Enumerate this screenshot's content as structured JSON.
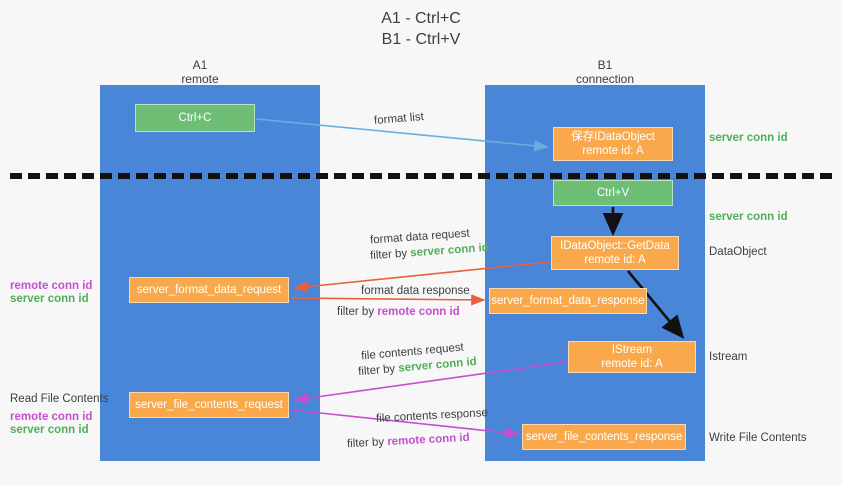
{
  "title": {
    "line1": "A1 - Ctrl+C",
    "line2": "B1 - Ctrl+V"
  },
  "lanes": [
    {
      "id": "a1",
      "name": "A1",
      "role": "remote",
      "color": "#4a86d8"
    },
    {
      "id": "b1",
      "name": "B1",
      "role": "connection",
      "color": "#4a86d8"
    }
  ],
  "colors": {
    "lane": "#4a86d8",
    "green_box": "#6ebe76",
    "orange_box": "#f9a94c",
    "server_conn_id": "#4fae5a",
    "remote_conn_id": "#c64fd0",
    "arrow_blue": "#6aaee0",
    "arrow_red": "#e8603c",
    "arrow_magenta": "#c64fd0",
    "arrow_black": "#111111",
    "separator": "#111111",
    "background": "#f7f7f7"
  },
  "boxes": {
    "ctrl_c": {
      "label": "Ctrl+C"
    },
    "save_idataobject": {
      "line1": "保存IDataObject",
      "line2": "remote id: A"
    },
    "ctrl_v": {
      "label": "Ctrl+V"
    },
    "getdata": {
      "line1": "IDataObject::GetData",
      "line2": "remote id: A"
    },
    "istream": {
      "line1": "IStream",
      "line2": "remote id: A"
    },
    "server_format_data_request": {
      "label": "server_format_data_request"
    },
    "server_format_data_response": {
      "label": "server_format_data_response"
    },
    "server_file_contents_request": {
      "label": "server_file_contents_request"
    },
    "server_file_contents_response": {
      "label": "server_file_contents_response"
    }
  },
  "edge_labels": {
    "format_list": "format list",
    "format_data_request": "format data request",
    "format_data_response": "format data response",
    "file_contents_request": "file contents request",
    "file_contents_response": "file contents response",
    "filter_by": "filter by ",
    "server_conn_id": "server conn id",
    "remote_conn_id": "remote conn id"
  },
  "right_notes": {
    "server_conn_id_top": "server conn id",
    "server_conn_id_mid": "server conn id",
    "dataobject": "DataObject",
    "istream": "Istream",
    "write_file_contents": "Write File Contents"
  },
  "left_notes": {
    "remote_conn_id_1": "remote conn id",
    "server_conn_id_1": "server conn id",
    "read_file_contents": "Read File Contents",
    "remote_conn_id_2": "remote conn id",
    "server_conn_id_2": "server conn id"
  }
}
